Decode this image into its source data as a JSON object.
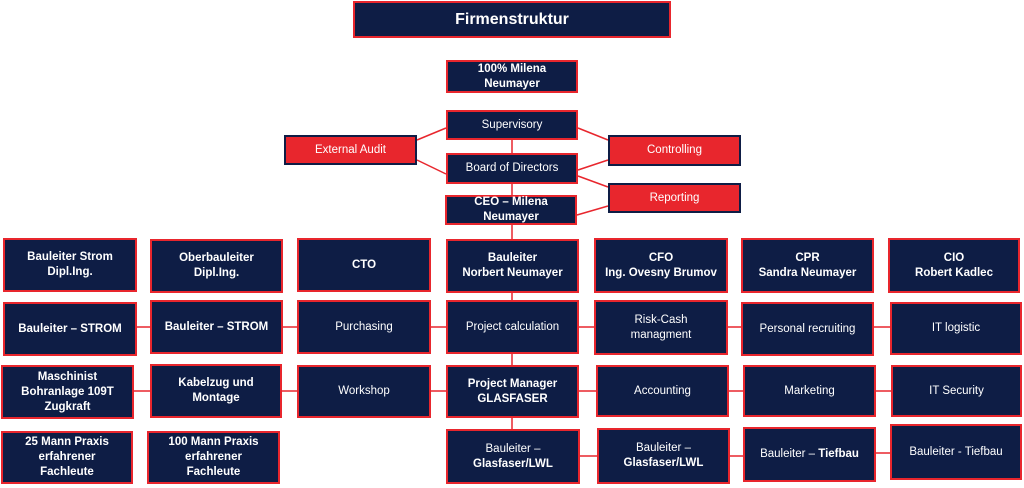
{
  "title": "Firmenstruktur",
  "owner": "100% Milena\nNeumayer",
  "governance": {
    "supervisory": "Supervisory",
    "board": "Board of Directors",
    "ceo": "CEO – Milena\nNeumayer",
    "external_audit": "External Audit",
    "controlling": "Controlling",
    "reporting": "Reporting"
  },
  "row1": [
    "Bauleiter Strom\nDipl.Ing.",
    "Oberbauleiter\nDipl.Ing.",
    "CTO",
    "Bauleiter\nNorbert Neumayer",
    "CFO\nIng. Ovesny Brumov",
    "CPR\nSandra Neumayer",
    "CIO\nRobert Kadlec"
  ],
  "row2": [
    "Bauleiter – STROM",
    "Bauleiter – STROM",
    "Purchasing",
    "Project calculation",
    "Risk-Cash\nmanagment",
    "Personal recruiting",
    "IT logistic"
  ],
  "row3": [
    "Maschinist\nBohranlage 109T\nZugkraft",
    "Kabelzug und\nMontage",
    "Workshop",
    "Project Manager\nGLASFASER",
    "Accounting",
    "Marketing",
    "IT Security"
  ],
  "row4": [
    "25 Mann Praxis\nerfahrener\nFachleute",
    "100 Mann Praxis\nerfahrener\nFachleute",
    "Bauleiter –",
    "Glasfaser/LWL",
    "Bauleiter –",
    "Glasfaser/LWL",
    "Bauleiter – ",
    "Tiefbau",
    "Bauleiter - Tiefbau"
  ],
  "colors": {
    "navy": "#0e1d45",
    "red": "#e8262d"
  }
}
